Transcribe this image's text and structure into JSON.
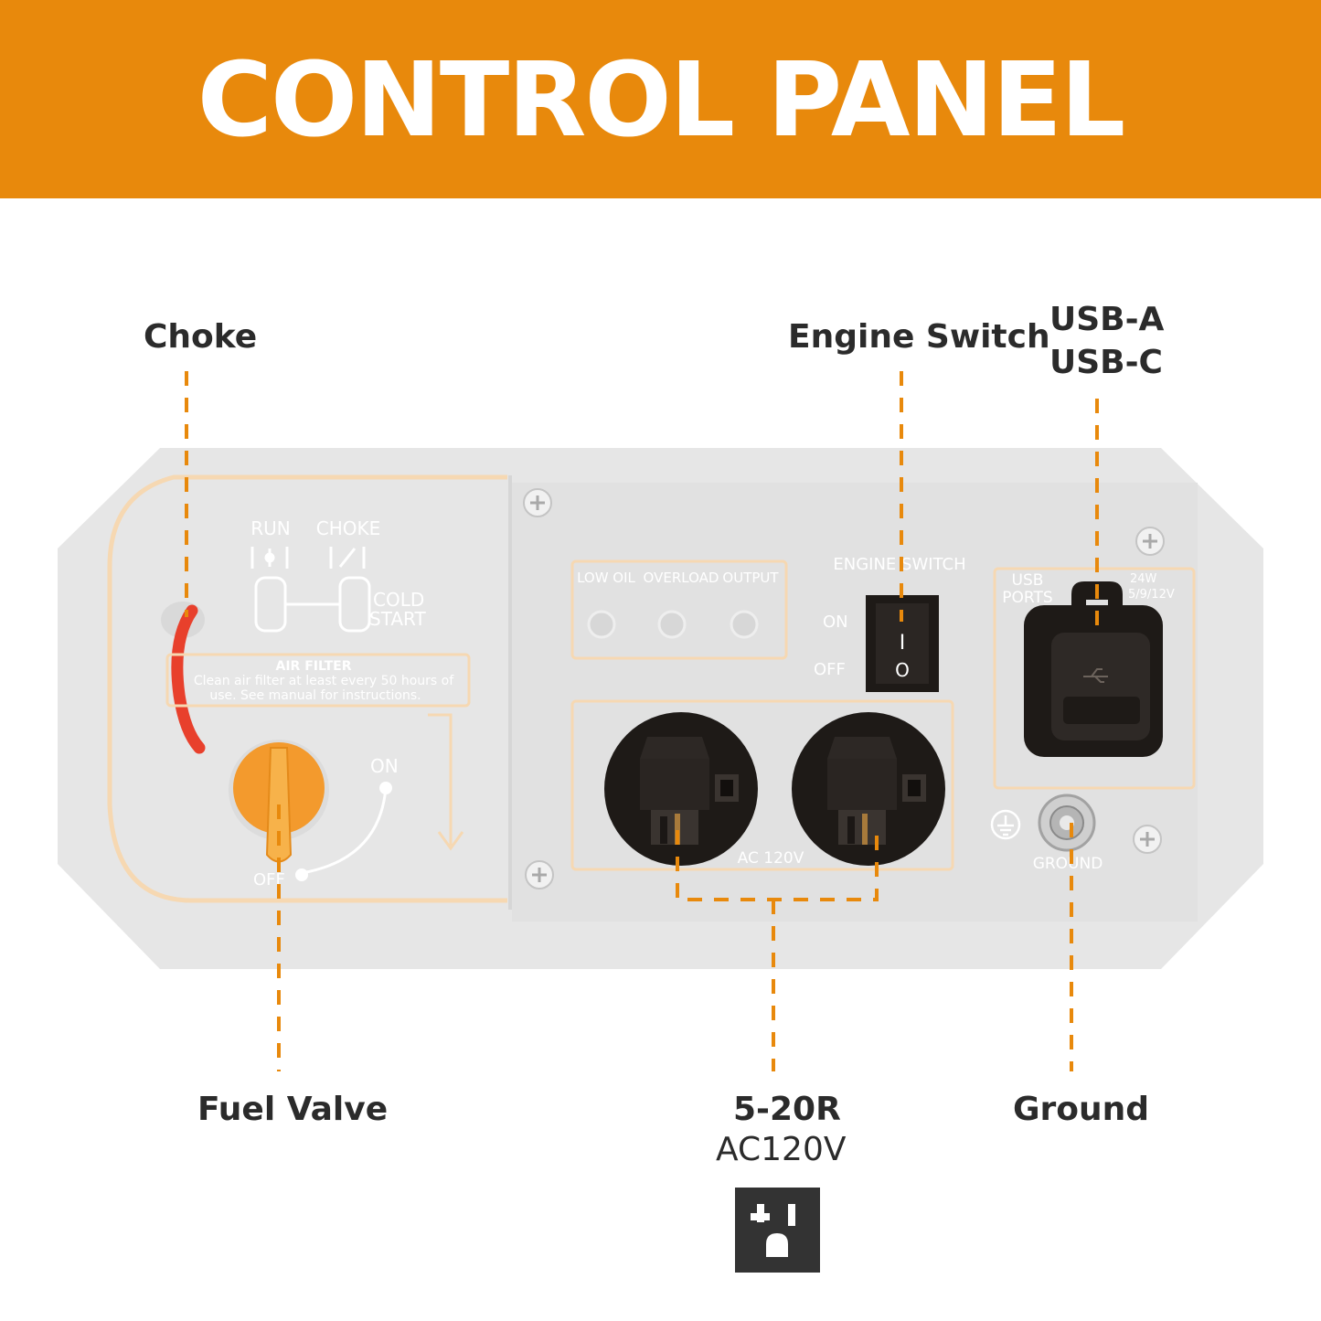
{
  "header": {
    "title": "CONTROL PANEL"
  },
  "callouts": {
    "choke": "Choke",
    "engine_switch": "Engine Switch",
    "usb_a": "USB-A",
    "usb_c": "USB-C",
    "fuel_valve": "Fuel Valve",
    "outlet_type": "5-20R",
    "outlet_voltage": "AC120V",
    "ground": "Ground"
  },
  "panel": {
    "run": "RUN",
    "choke": "CHOKE",
    "cold": "COLD",
    "start": "START",
    "air_filter_title": "AIR FILTER",
    "air_filter_line1": "Clean air filter at least every 50 hours  of",
    "air_filter_line2": "use. See manual for instructions.",
    "fuel_on": "ON",
    "fuel_off": "OFF",
    "low_oil": "LOW OIL",
    "overload": "OVERLOAD",
    "output": "OUTPUT",
    "engine_switch": "ENGINE SWITCH",
    "switch_on": "ON",
    "switch_off": "OFF",
    "switch_on_symbol": "I",
    "switch_off_symbol": "O",
    "usb_ports_1": "USB",
    "usb_ports_2": "PORTS",
    "usb_power_1": "24W",
    "usb_power_2": "5/9/12V",
    "ac_label": "AC 120V",
    "ground": "GROUND"
  },
  "colors": {
    "accent": "#e8890c",
    "text": "#2b2b2b",
    "panel": "#e6e6e6",
    "outlet": "#1e1a17",
    "fuel_knob": "#f39a2d",
    "choke_lever": "#e8402c"
  },
  "icons": [
    "nema-5-20r-outlet-icon",
    "ground-symbol-icon",
    "usb-icon",
    "screw-icon"
  ]
}
